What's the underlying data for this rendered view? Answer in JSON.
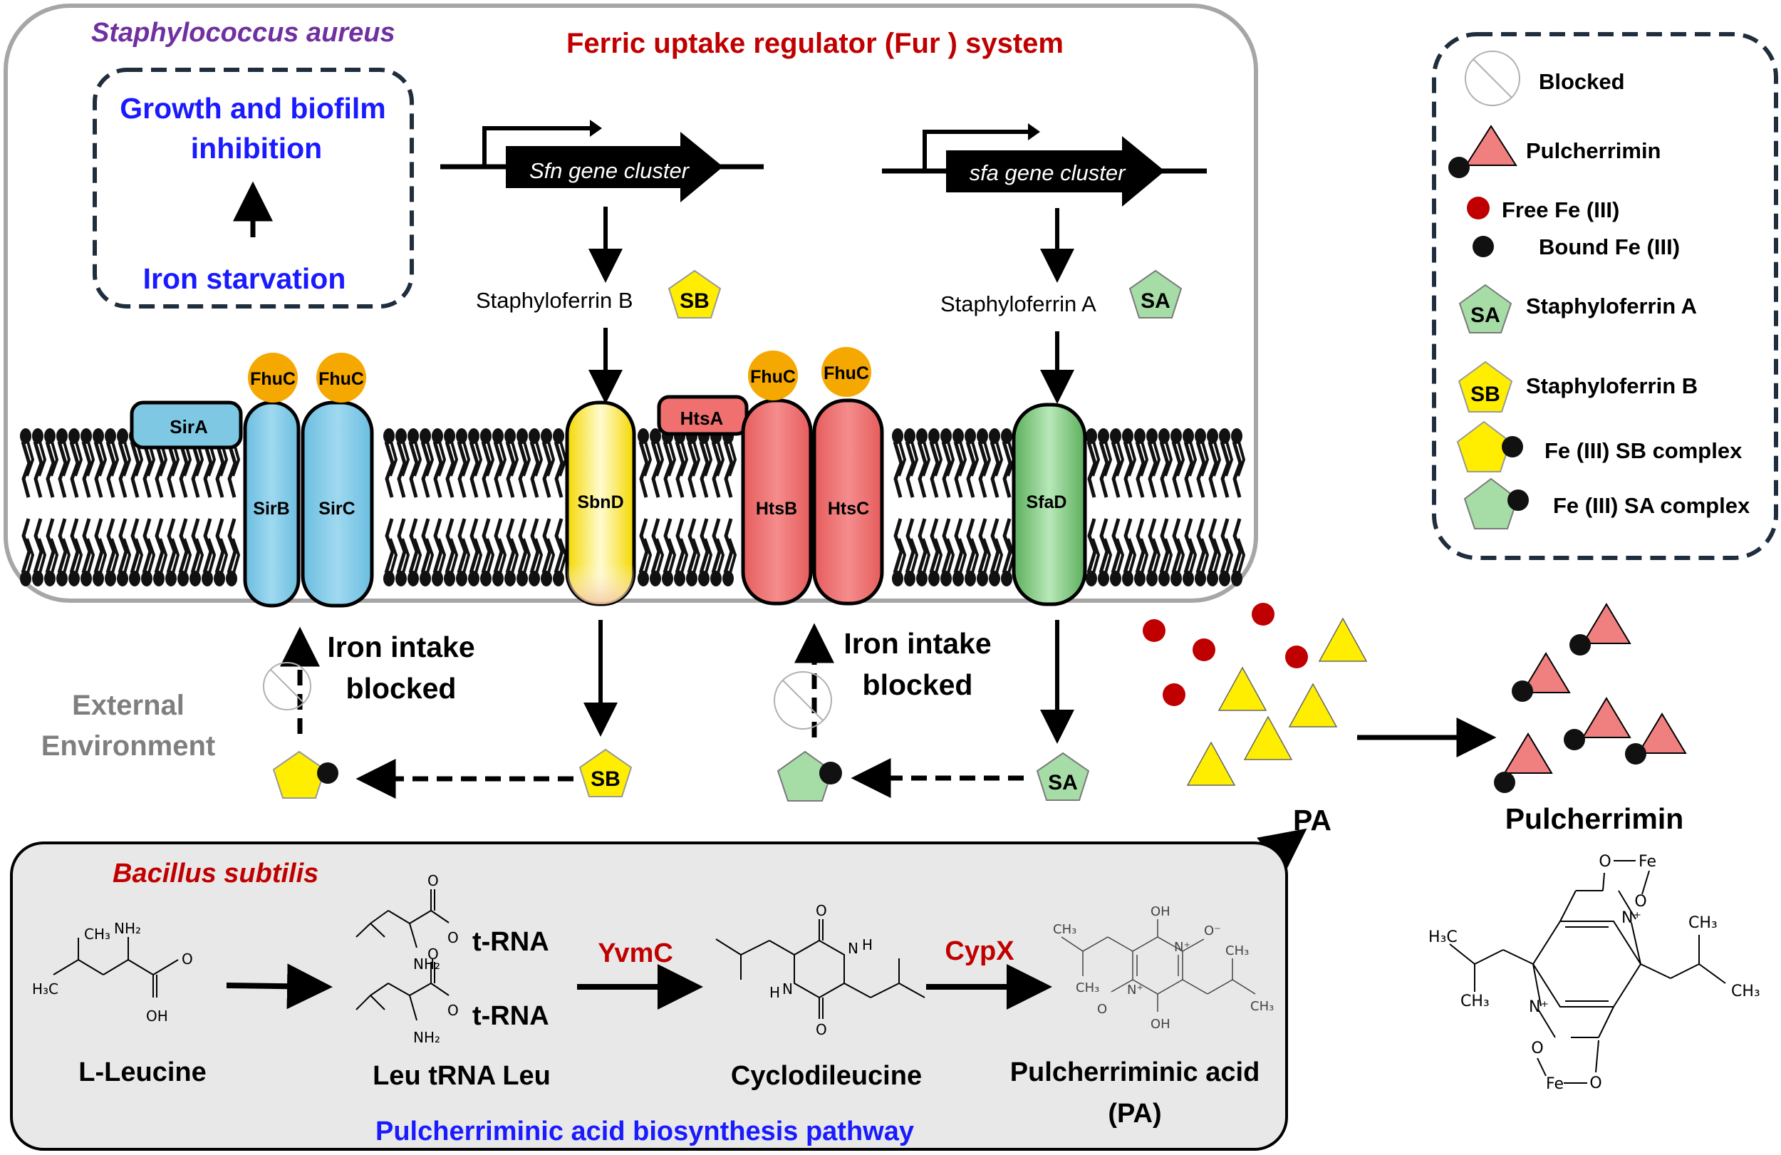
{
  "title_staph": "Staphylococcus aureus",
  "title_fur": "Ferric uptake regulator (Fur ) system",
  "inhibition": {
    "line1": "Growth and biofilm",
    "line2": "inhibition",
    "starvation": "Iron starvation"
  },
  "gene_clusters": {
    "sfn": "Sfn gene cluster",
    "sfa": "sfa gene cluster"
  },
  "siderophores": {
    "sb_label": "Staphyloferrin B",
    "sa_label": "Staphyloferrin A",
    "sb_abbr": "SB",
    "sa_abbr": "SA"
  },
  "proteins": {
    "sira": "SirA",
    "sirb": "SirB",
    "sirc": "SirC",
    "fhuc": "FhuC",
    "sbnd": "SbnD",
    "htsa": "HtsA",
    "htsb": "HtsB",
    "htsc": "HtsC",
    "sfad": "SfaD"
  },
  "iron_intake": {
    "line1": "Iron intake",
    "line2": "blocked"
  },
  "external": {
    "line1": "External",
    "line2": "Environment"
  },
  "legend": {
    "blocked": "Blocked",
    "pulcherrimin": "Pulcherrimin",
    "free_fe": "Free Fe (III)",
    "bound_fe": "Bound Fe (III)",
    "staph_a": "Staphyloferrin A",
    "staph_b": "Staphyloferrin B",
    "fe_sb": "Fe (III) SB complex",
    "fe_sa": "Fe (III) SA complex"
  },
  "pa_label": "PA",
  "pulcherrimin_label": "Pulcherrimin",
  "bacillus": {
    "title": "Bacillus subtilis",
    "pathway": "Pulcherriminic acid biosynthesis pathway",
    "leucine": "L-Leucine",
    "trna_top": "t-RNA",
    "trna_bottom": "t-RNA",
    "leu_trna": "Leu tRNA Leu",
    "yvmc": "YvmC",
    "cypx": "CypX",
    "cyclodileucine": "Cyclodileucine",
    "pa_name_1": "Pulcherriminic acid",
    "pa_name_2": "(PA)"
  },
  "chem": {
    "nh2": "NH₂",
    "oh": "OH",
    "o": "O",
    "h": "H",
    "n": "N",
    "nplus": "N⁺",
    "ominus": "O⁻",
    "ch3": "CH₃",
    "h3c": "H₃C",
    "fe": "Fe",
    "plus": "+"
  },
  "colors": {
    "staph_purple": "#7030a0",
    "fur_red": "#c00000",
    "blue_text": "#1a1aff",
    "sir_blue": "#7ec8e3",
    "fhuc_orange": "#f5a800",
    "hts_red": "#f07070",
    "sfad_green": "#8fcf8f",
    "sbnd_yellow": "#ffe94d",
    "sb_yellow": "#ffee00",
    "sa_green": "#a6dca6",
    "pulcherrimin_pink": "#f08080",
    "free_fe_red": "#c00000",
    "bacillus_box": "#e8e8e8"
  }
}
